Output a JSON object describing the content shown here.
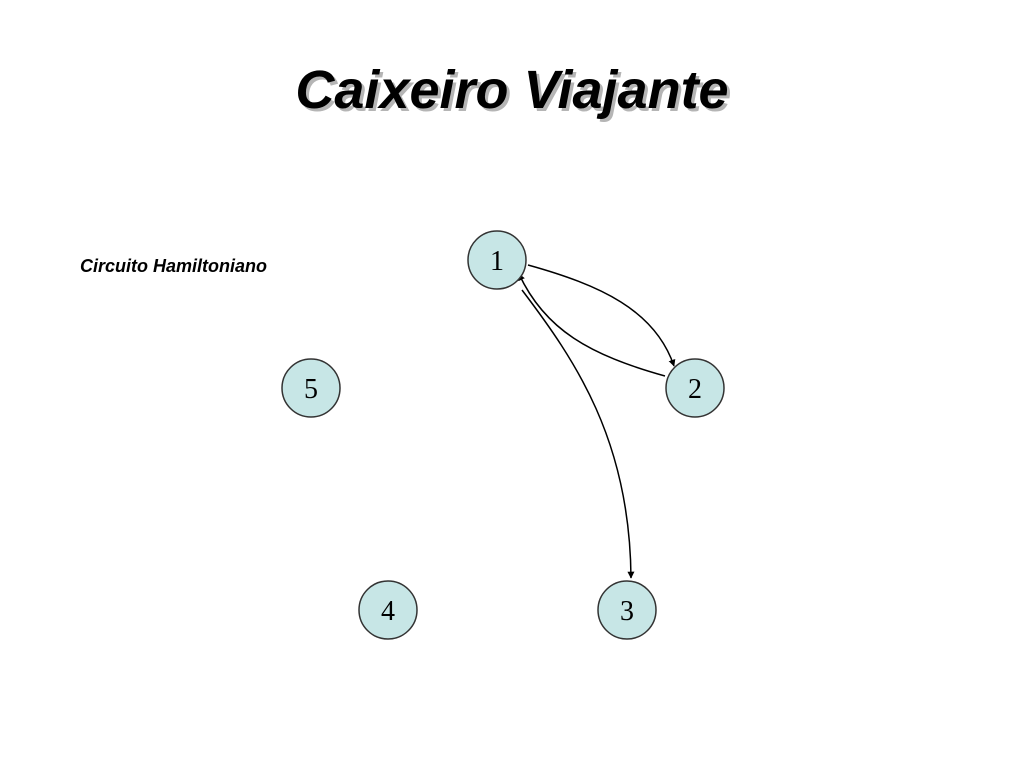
{
  "slide": {
    "title": "Caixeiro Viajante",
    "subtitle": "Circuito Hamiltoniano"
  },
  "graph": {
    "node_fill": "#c7e6e6",
    "node_stroke": "#333333",
    "edge_color": "#000000",
    "nodes": [
      {
        "id": "1",
        "label": "1"
      },
      {
        "id": "2",
        "label": "2"
      },
      {
        "id": "3",
        "label": "3"
      },
      {
        "id": "4",
        "label": "4"
      },
      {
        "id": "5",
        "label": "5"
      }
    ],
    "edges": [
      {
        "from": "1",
        "to": "2"
      },
      {
        "from": "2",
        "to": "1"
      },
      {
        "from": "1",
        "to": "3"
      }
    ]
  }
}
